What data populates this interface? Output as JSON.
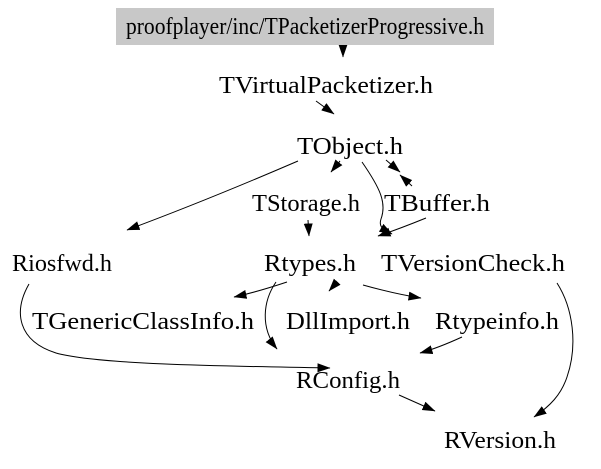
{
  "diagram": {
    "kind": "include-dependency-graph",
    "highlight_color": "#c8c8c8",
    "edge_color": "#000000",
    "background": "#ffffff",
    "nodes": [
      {
        "id": "root",
        "label": "proofplayer/inc/TPacketizerProgressive.h",
        "highlighted": true
      },
      {
        "id": "tvirtualpacketizer",
        "label": "TVirtualPacketizer.h"
      },
      {
        "id": "tobject",
        "label": "TObject.h"
      },
      {
        "id": "tstorage",
        "label": "TStorage.h"
      },
      {
        "id": "tbuffer",
        "label": "TBuffer.h"
      },
      {
        "id": "riosfwd",
        "label": "Riosfwd.h"
      },
      {
        "id": "rtypes",
        "label": "Rtypes.h"
      },
      {
        "id": "tversioncheck",
        "label": "TVersionCheck.h"
      },
      {
        "id": "tgenericclassinfo",
        "label": "TGenericClassInfo.h"
      },
      {
        "id": "dllimport",
        "label": "DllImport.h"
      },
      {
        "id": "rtypeinfo",
        "label": "Rtypeinfo.h"
      },
      {
        "id": "rconfig",
        "label": "RConfig.h"
      },
      {
        "id": "rversion",
        "label": "RVersion.h"
      }
    ],
    "edges": [
      {
        "from": "proofplayer/inc/TPacketizerProgressive.h",
        "to": "TVirtualPacketizer.h"
      },
      {
        "from": "TVirtualPacketizer.h",
        "to": "TObject.h"
      },
      {
        "from": "TObject.h",
        "to": "TStorage.h"
      },
      {
        "from": "TObject.h",
        "to": "Riosfwd.h"
      },
      {
        "from": "TObject.h",
        "to": "TBuffer.h"
      },
      {
        "from": "TBuffer.h",
        "to": "TObject.h"
      },
      {
        "from": "TObject.h",
        "to": "TVersionCheck.h"
      },
      {
        "from": "TBuffer.h",
        "to": "Rtypes.h"
      },
      {
        "from": "TStorage.h",
        "to": "Rtypes.h"
      },
      {
        "from": "Rtypes.h",
        "to": "TGenericClassInfo.h"
      },
      {
        "from": "Rtypes.h",
        "to": "DllImport.h"
      },
      {
        "from": "Rtypes.h",
        "to": "Rtypeinfo.h"
      },
      {
        "from": "Rtypes.h",
        "to": "RConfig.h"
      },
      {
        "from": "Rtypeinfo.h",
        "to": "RConfig.h"
      },
      {
        "from": "Riosfwd.h",
        "to": "RConfig.h"
      },
      {
        "from": "RConfig.h",
        "to": "RVersion.h"
      },
      {
        "from": "TVersionCheck.h",
        "to": "RVersion.h"
      }
    ]
  }
}
